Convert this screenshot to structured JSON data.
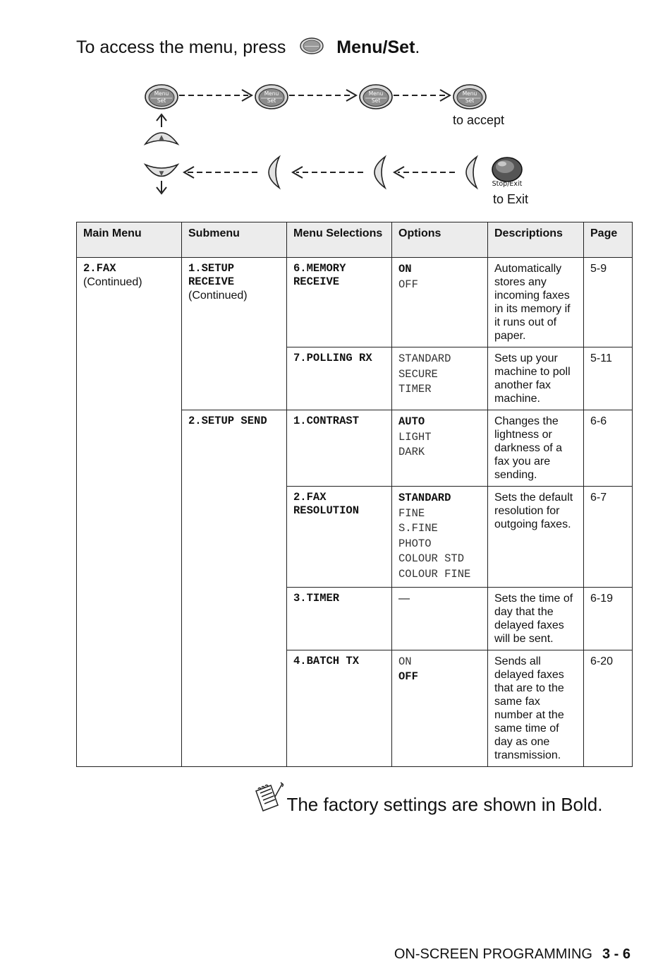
{
  "intro": {
    "prefix": "To access the menu, press",
    "button": "Menu/Set",
    "suffix": "."
  },
  "diagram": {
    "menu_button_top": "Menu",
    "menu_button_bottom": "Set",
    "to_accept": "to accept",
    "stop_label": "Stop/Exit",
    "to_exit": "to Exit"
  },
  "table": {
    "headers": [
      "Main Menu",
      "Submenu",
      "Menu Selections",
      "Options",
      "Descriptions",
      "Page"
    ],
    "main_menu": {
      "code": "2.FAX",
      "note": "(Continued)"
    },
    "submenu_1": {
      "code": "1.SETUP RECEIVE",
      "note": "(Continued)"
    },
    "submenu_2": {
      "code": "2.SETUP SEND"
    },
    "rows": [
      {
        "selection": "6.MEMORY RECEIVE",
        "options": [
          "ON",
          "OFF"
        ],
        "description": "Automatically stores any incoming faxes in its memory if it runs out of paper.",
        "page": "5-9"
      },
      {
        "selection": "7.POLLING RX",
        "options": [
          "STANDARD",
          "SECURE",
          "TIMER"
        ],
        "description": "Sets up your machine to poll another fax machine.",
        "page": "5-11"
      },
      {
        "selection": "1.CONTRAST",
        "options": [
          "AUTO",
          "LIGHT",
          "DARK"
        ],
        "description": "Changes the lightness or darkness of a fax you are sending.",
        "page": "6-6"
      },
      {
        "selection": "2.FAX RESOLUTION",
        "options": [
          "STANDARD",
          "FINE",
          "S.FINE",
          "PHOTO",
          "COLOUR STD",
          "COLOUR FINE"
        ],
        "description": "Sets the default resolution for outgoing faxes.",
        "page": "6-7"
      },
      {
        "selection": "3.TIMER",
        "options": [
          "—"
        ],
        "description": "Sets the time of day that the delayed faxes will be sent.",
        "page": "6-19"
      },
      {
        "selection": "4.BATCH TX",
        "options": [
          "ON",
          "OFF"
        ],
        "description": "Sends all delayed faxes that are to the same fax number at the same time of day as one transmission.",
        "page": "6-20"
      }
    ]
  },
  "note": "The factory settings are shown in Bold.",
  "footer": {
    "section": "ON-SCREEN PROGRAMMING",
    "page": "3 - 6"
  }
}
